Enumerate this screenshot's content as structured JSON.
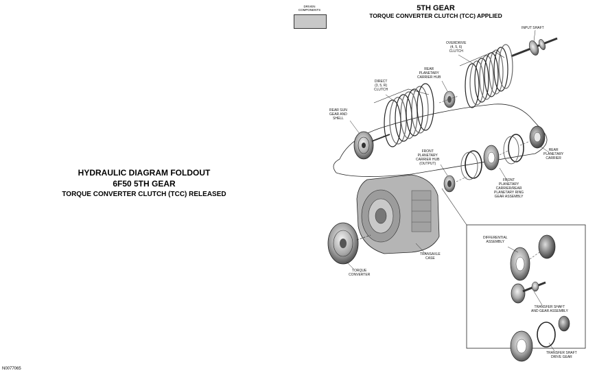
{
  "left_title": {
    "line1": "HYDRAULIC DIAGRAM FOLDOUT",
    "line2": "6F50 5TH GEAR",
    "line3": "TORQUE CONVERTER CLUTCH (TCC) RELEASED"
  },
  "right_title": {
    "line1": "5TH GEAR",
    "line2": "TORQUE CONVERTER CLUTCH (TCC) APPLIED"
  },
  "legend": {
    "line1": "DRIVEN",
    "line2": "COMPONENTS",
    "swatch_color": "#c8c8c8"
  },
  "figure_id": "N0077065",
  "labels": {
    "input_shaft": "INPUT SHAFT",
    "overdrive_1": "OVERDRIVE",
    "overdrive_2": "(4, 5, 6)",
    "overdrive_3": "CLUTCH",
    "rear_carrier_hub_1": "REAR",
    "rear_carrier_hub_2": "PLANETARY",
    "rear_carrier_hub_3": "CARRIER HUB",
    "direct_1": "DIRECT",
    "direct_2": "(3, 5, R)",
    "direct_3": "CLUTCH",
    "rear_sun_1": "REAR SUN",
    "rear_sun_2": "GEAR AND",
    "rear_sun_3": "SHELL",
    "front_hub_1": "FRONT",
    "front_hub_2": "PLANETARY",
    "front_hub_3": "CARRIER HUB",
    "front_hub_4": "(OUTPUT)",
    "rear_carrier_1": "REAR",
    "rear_carrier_2": "PLANETARY",
    "rear_carrier_3": "CARRIER",
    "front_asm_1": "FRONT",
    "front_asm_2": "PLANETARY",
    "front_asm_3": "CARRIER/REAR",
    "front_asm_4": "PLANETARY RING",
    "front_asm_5": "GEAR ASSEMBLY",
    "transaxle_1": "TRANSAXLE",
    "transaxle_2": "CASE",
    "converter_1": "TORQUE",
    "converter_2": "CONVERTER",
    "diff_1": "DIFFERENTIAL",
    "diff_2": "ASSEMBLY",
    "transfer_1": "TRANSFER SHAFT",
    "transfer_2": "AND GEAR ASSEMBLY",
    "drive_gear_1": "TRANSFER SHAFT",
    "drive_gear_2": "DRIVE GEAR"
  }
}
